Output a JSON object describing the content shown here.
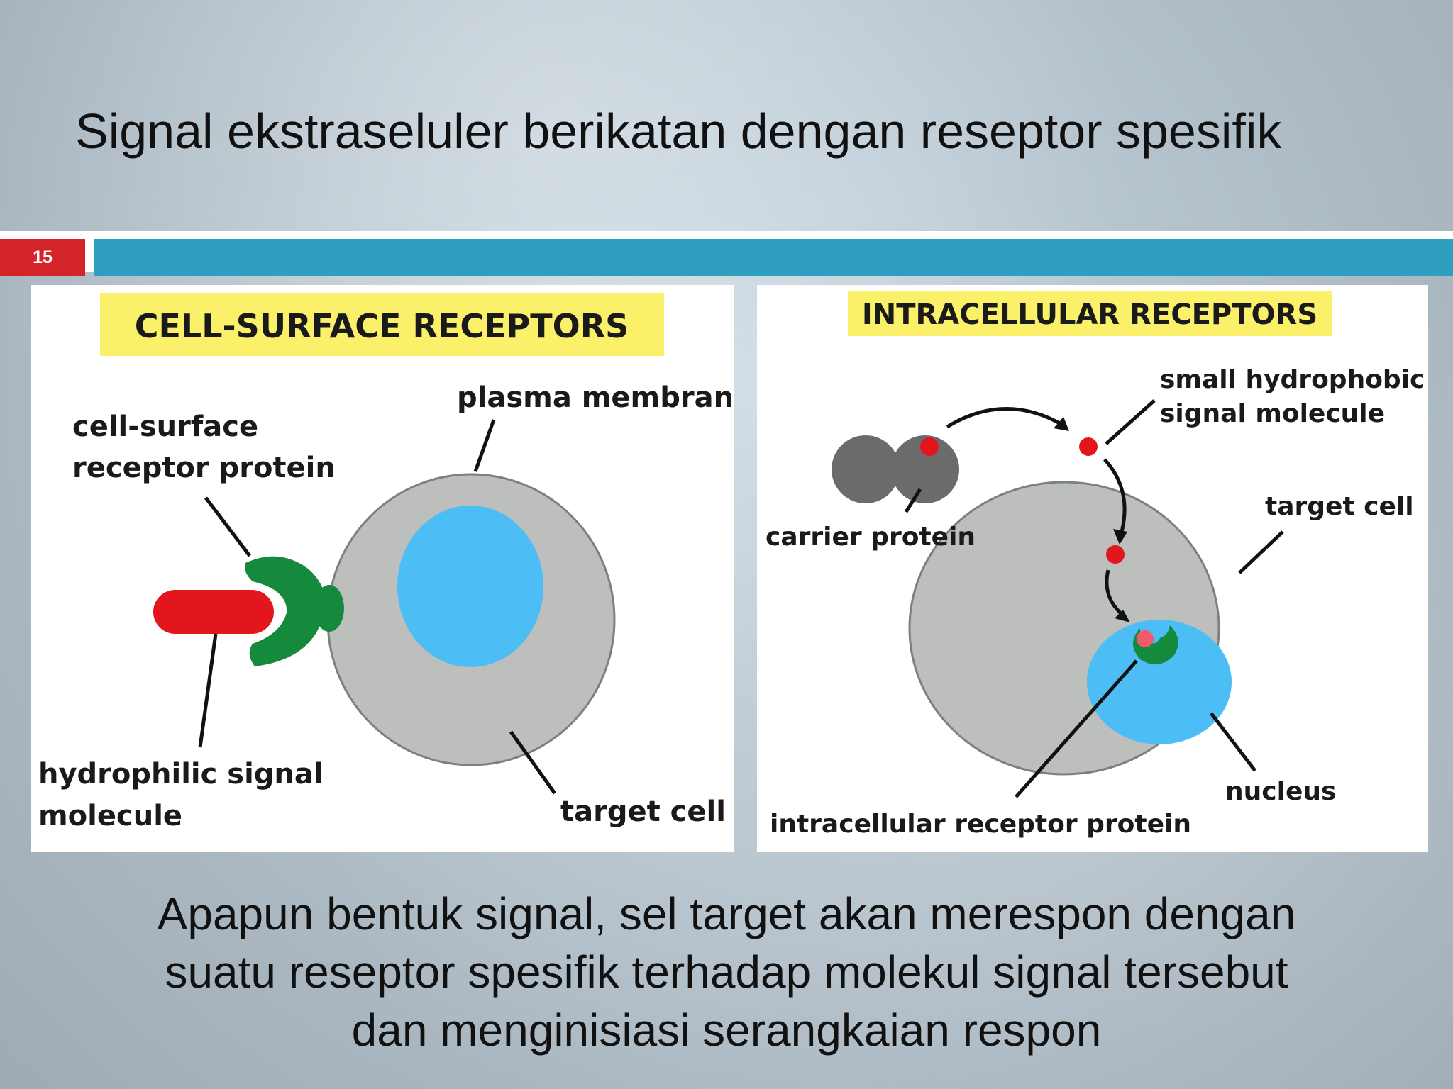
{
  "slide": {
    "title": "Signal ekstraseluler berikatan dengan reseptor spesifik",
    "number": "15",
    "caption_lines": [
      "Apapun bentuk signal, sel target akan merespon dengan",
      "suatu reseptor spesifik terhadap molekul signal tersebut",
      "dan menginisiasi serangkaian respon"
    ]
  },
  "left_panel": {
    "header": "CELL-SURFACE RECEPTORS",
    "labels": {
      "plasma_membrane": "plasma membrane",
      "receptor_line1": "cell-surface",
      "receptor_line2": "receptor protein",
      "signal_line1": "hydrophilic signal",
      "signal_line2": "molecule",
      "target_cell": "target cell"
    }
  },
  "right_panel": {
    "header": "INTRACELLULAR RECEPTORS",
    "labels": {
      "signal_line1": "small hydrophobic",
      "signal_line2": "signal molecule",
      "carrier_protein": "carrier protein",
      "target_cell": "target cell",
      "nucleus": "nucleus",
      "receptor_protein": "intracellular receptor protein"
    }
  },
  "colors": {
    "accent_red": "#d4242a",
    "accent_teal": "#2e9fbe",
    "header_yellow": "#fbf06a",
    "cell_gray": "#bcbfbc",
    "nucleus_blue": "#4dbdf5",
    "receptor_green": "#15893c",
    "signal_red": "#e3161e",
    "carrier_gray": "#6b6b6b"
  }
}
